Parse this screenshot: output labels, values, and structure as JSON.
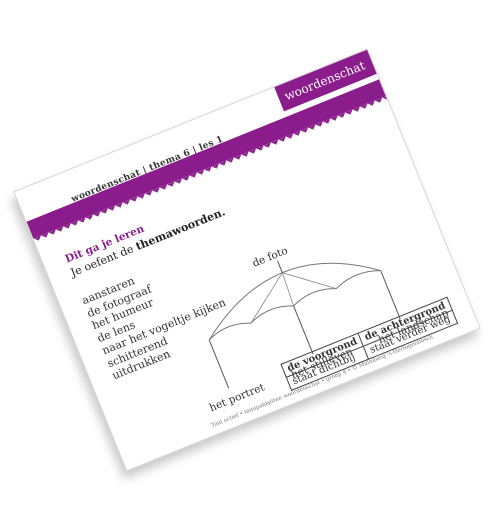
{
  "header": {
    "left": "woordenschat | thema 6 | les 1",
    "ribbon": "woordenschat"
  },
  "intro": {
    "heading": "Dit ga je leren",
    "text_prefix": "Je oefent de",
    "text_bold": "themawoorden."
  },
  "words": [
    "aanstaren",
    "de fotograaf",
    "het humeur",
    "de lens",
    "naar het vogeltje kijken",
    "schitterend",
    "uitdrukken"
  ],
  "diagram": {
    "top": "de foto",
    "left": "het portret",
    "middle": "het stilleven",
    "right": "het landschap"
  },
  "table": {
    "col1_head": "de voorgrond",
    "col1_body": "staat dichtbij",
    "col2_head": "de achtergrond",
    "col2_body": "staat verder weg"
  },
  "footer": "Taal actief • minipakketten woordenschat • groep 4 • © Malmberg 's-Hertogenbosch",
  "colors": {
    "accent": "#8b1c8b"
  }
}
